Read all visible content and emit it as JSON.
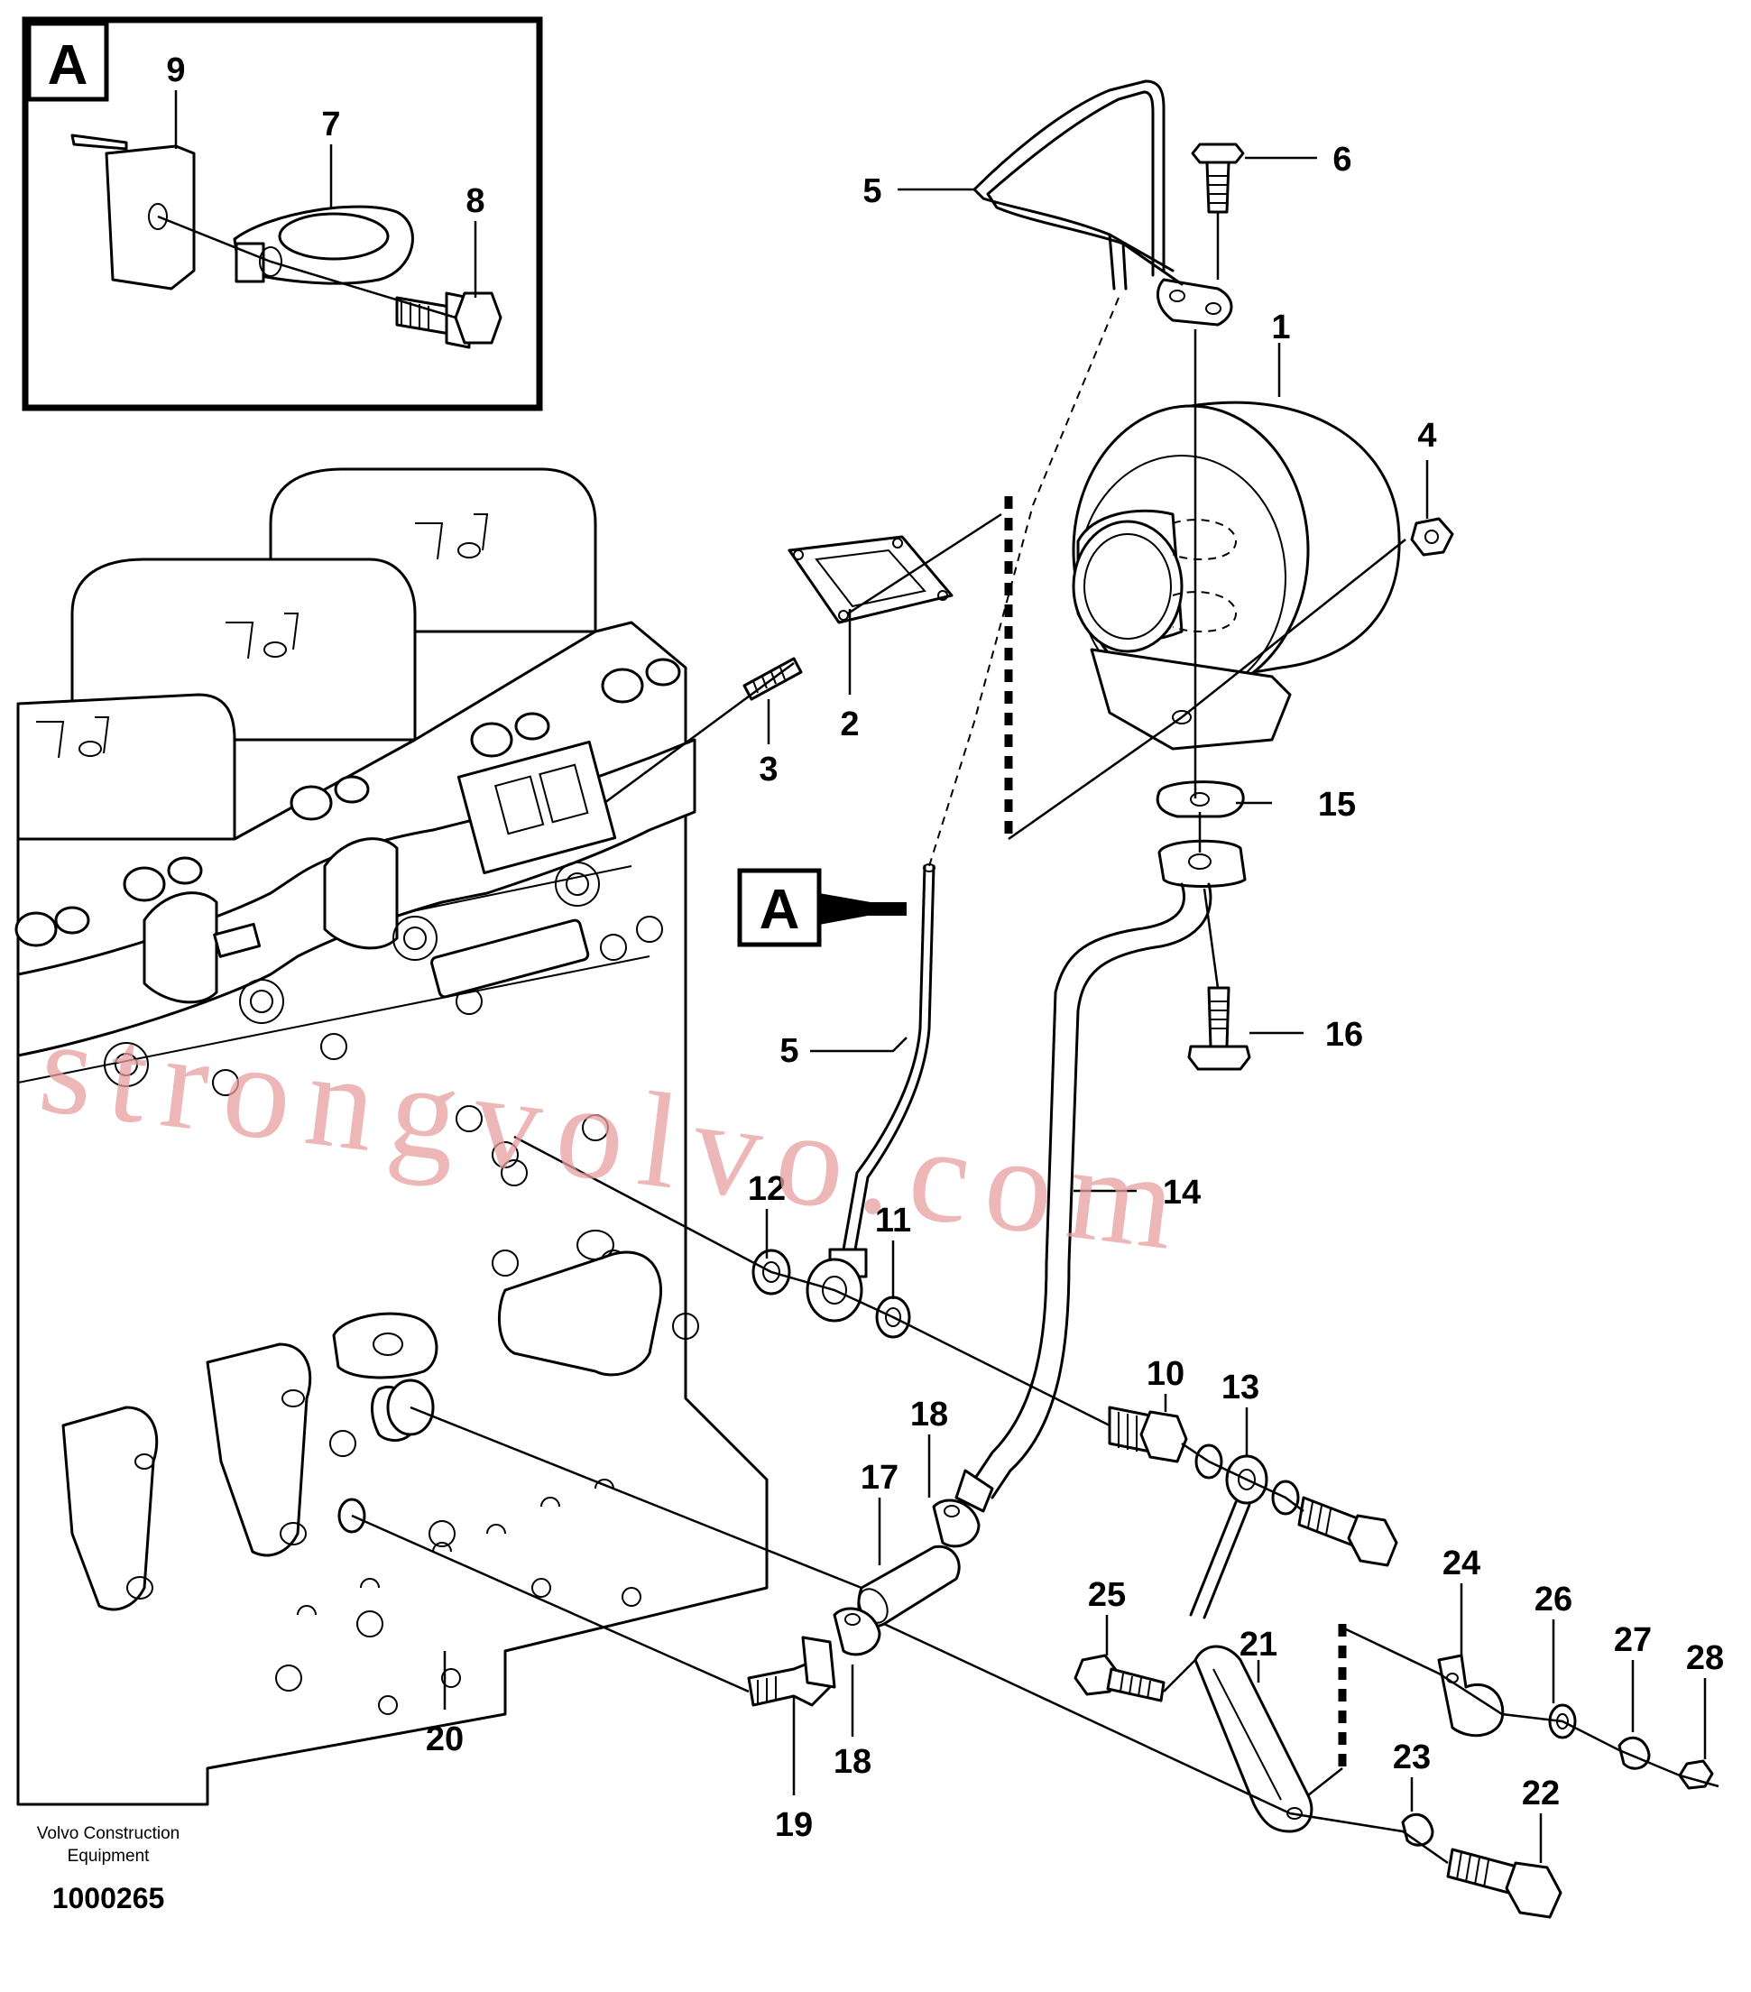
{
  "inset": {
    "label": "A"
  },
  "view_marker": {
    "label": "A"
  },
  "callouts": [
    {
      "id": "c1",
      "text": "1"
    },
    {
      "id": "c2",
      "text": "2"
    },
    {
      "id": "c3",
      "text": "3"
    },
    {
      "id": "c4",
      "text": "4"
    },
    {
      "id": "c5a",
      "text": "5"
    },
    {
      "id": "c5b",
      "text": "5"
    },
    {
      "id": "c6",
      "text": "6"
    },
    {
      "id": "c7",
      "text": "7"
    },
    {
      "id": "c8",
      "text": "8"
    },
    {
      "id": "c9",
      "text": "9"
    },
    {
      "id": "c10",
      "text": "10"
    },
    {
      "id": "c11",
      "text": "11"
    },
    {
      "id": "c12",
      "text": "12"
    },
    {
      "id": "c13",
      "text": "13"
    },
    {
      "id": "c14",
      "text": "14"
    },
    {
      "id": "c15",
      "text": "15"
    },
    {
      "id": "c16",
      "text": "16"
    },
    {
      "id": "c17",
      "text": "17"
    },
    {
      "id": "c18a",
      "text": "18"
    },
    {
      "id": "c18b",
      "text": "18"
    },
    {
      "id": "c19",
      "text": "19"
    },
    {
      "id": "c20",
      "text": "20"
    },
    {
      "id": "c21",
      "text": "21"
    },
    {
      "id": "c22",
      "text": "22"
    },
    {
      "id": "c23",
      "text": "23"
    },
    {
      "id": "c24",
      "text": "24"
    },
    {
      "id": "c25",
      "text": "25"
    },
    {
      "id": "c26",
      "text": "26"
    },
    {
      "id": "c27",
      "text": "27"
    },
    {
      "id": "c28",
      "text": "28"
    }
  ],
  "footer": {
    "brand_line1": "Volvo Construction",
    "brand_line2": "Equipment",
    "doc_number": "1000265"
  },
  "watermark": "strongvolvo.com"
}
